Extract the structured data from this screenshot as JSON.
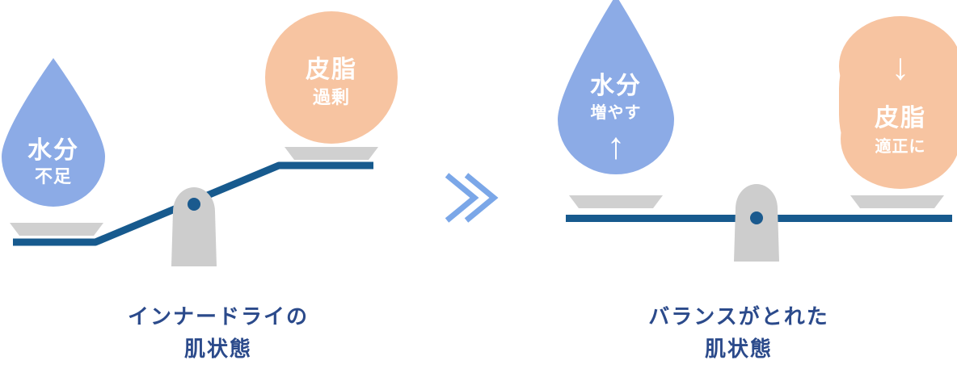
{
  "colors": {
    "water_blue": "#8cabe6",
    "sebum_peach": "#f7c4a1",
    "beam_navy": "#175a8e",
    "tray_gray": "#d0d0d0",
    "fulcrum_gray": "#cdcdcd",
    "pivot_dot": "#1b5a8e",
    "caption_navy": "#2b4a8b",
    "separator_blue": "#7ba7e8",
    "label_white": "#ffffff",
    "background": "#ffffff"
  },
  "left_panel": {
    "name": "inner-dry-state",
    "water_drop": {
      "main_label": "水分",
      "sub_label": "不足"
    },
    "sebum_blob": {
      "main_label": "皮脂",
      "sub_label": "過剰"
    },
    "caption": {
      "line1": "インナードライの",
      "line2": "肌状態"
    }
  },
  "separator": {
    "glyph": "double-chevron-right"
  },
  "right_panel": {
    "name": "balanced-state",
    "water_drop": {
      "main_label": "水分",
      "sub_label": "増やす",
      "arrow": "↑"
    },
    "sebum_blob": {
      "arrow": "↓",
      "main_label": "皮脂",
      "sub_label": "適正に"
    },
    "caption": {
      "line1": "バランスがとれた",
      "line2": "肌状態"
    }
  }
}
